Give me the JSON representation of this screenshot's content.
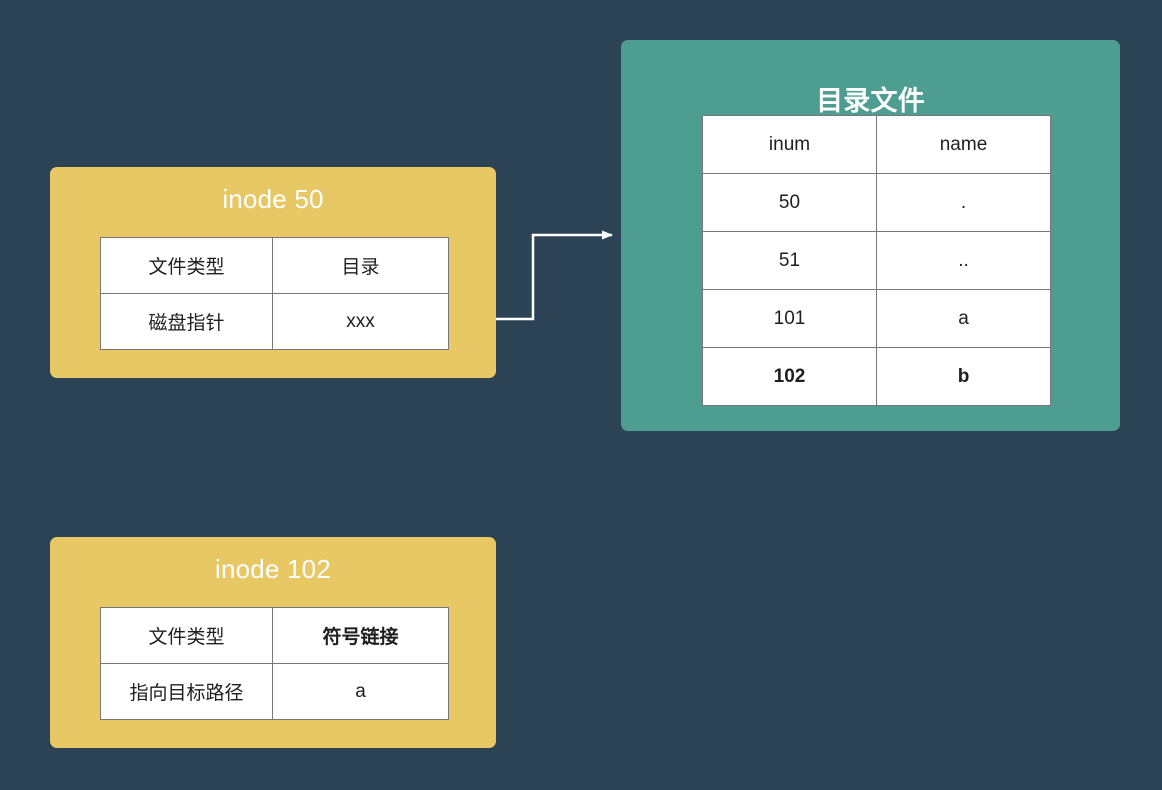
{
  "diagram": {
    "background_color": "#2c4356",
    "accent_yellow": "#e8c765",
    "accent_teal": "#4d9e91",
    "connector_color": "#ffffff"
  },
  "inode50": {
    "title": "inode 50",
    "rows": [
      {
        "key": "文件类型",
        "value": "目录",
        "value_bold": false
      },
      {
        "key": "磁盘指针",
        "value": "xxx",
        "value_bold": false
      }
    ]
  },
  "inode102": {
    "title": "inode 102",
    "rows": [
      {
        "key": "文件类型",
        "value": "符号链接",
        "value_bold": true
      },
      {
        "key": "指向目标路径",
        "value": "a",
        "value_bold": false
      }
    ]
  },
  "directory": {
    "title": "目录文件",
    "columns": [
      "inum",
      "name"
    ],
    "rows": [
      {
        "inum": "50",
        "name": ".",
        "bold": false
      },
      {
        "inum": "51",
        "name": "..",
        "bold": false
      },
      {
        "inum": "101",
        "name": "a",
        "bold": false
      },
      {
        "inum": "102",
        "name": "b",
        "bold": true
      }
    ]
  },
  "connector": {
    "label": "",
    "from": "inode50.磁盘指针",
    "to": "directory"
  }
}
